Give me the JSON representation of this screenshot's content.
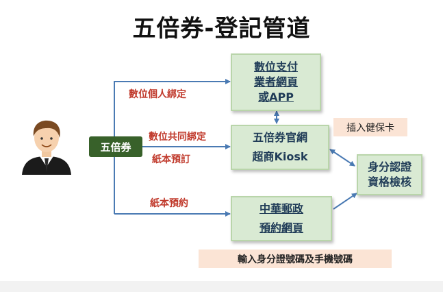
{
  "title": "五倍券-登記管道",
  "start_tag": "五倍券",
  "routes": {
    "personal_bind": "數位個人綁定",
    "joint_bind": "數位共同綁定",
    "paper_order": "紙本預訂",
    "paper_reserve": "紙本預約"
  },
  "boxes": {
    "digital_pay": [
      "數位支付",
      "業者網頁",
      "或APP"
    ],
    "official_site": [
      "五倍券官網",
      "超商Kiosk"
    ],
    "post_office": [
      "中華郵政",
      "預約網頁"
    ],
    "id_check": [
      "身分認證",
      "資格檢核"
    ]
  },
  "notes": {
    "insert_card": "插入健保卡",
    "enter_id": "輸入身分證號碼及手機號碼"
  },
  "colors": {
    "box_fill": "#d9ead3",
    "tag_fill": "#38612a",
    "route_text": "#c0392b",
    "arrow": "#4a7ab3",
    "note_fill": "#fbe4d5"
  }
}
